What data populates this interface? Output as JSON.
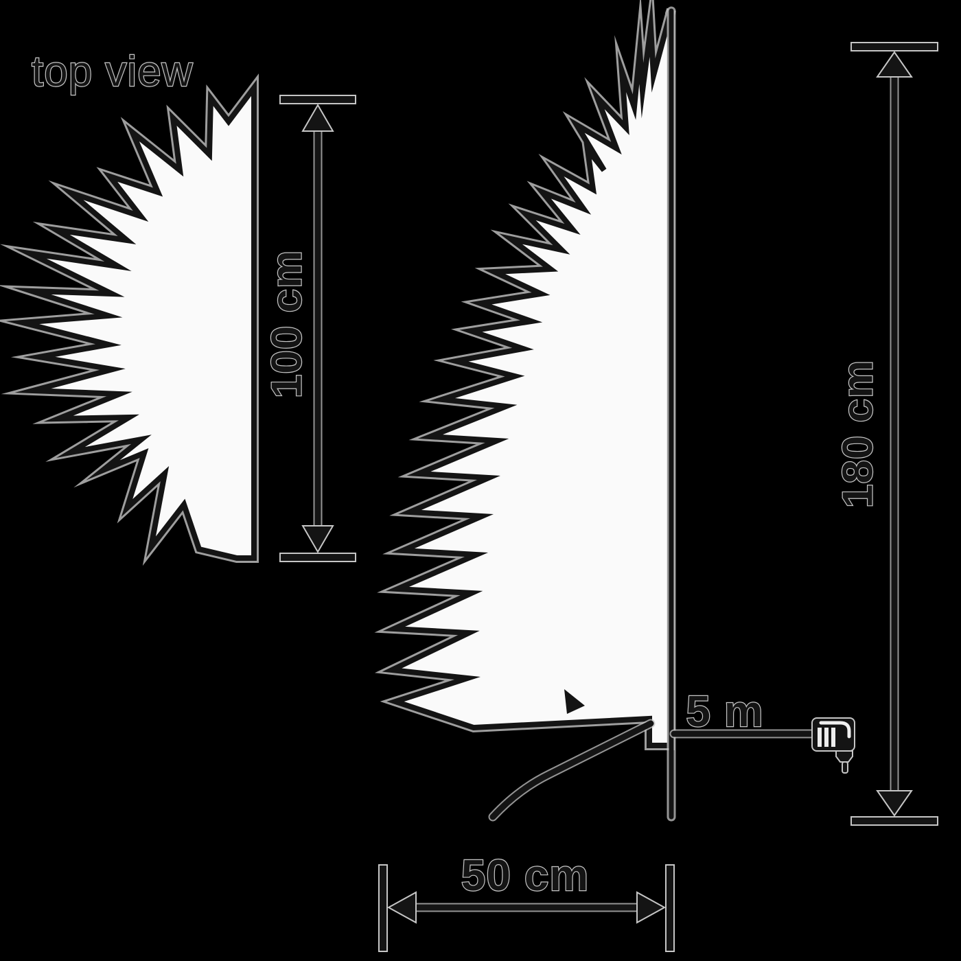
{
  "canvas": {
    "background": "#000000"
  },
  "palette": {
    "line": "#141414",
    "halo": "#c6c6c6",
    "shape_fill": "#fafafa"
  },
  "top_view": {
    "title": "top view",
    "depth_label": "100 cm"
  },
  "side_view": {
    "height_label": "180 cm",
    "base_width_label": "50 cm",
    "cable_label": "5 m"
  },
  "icons": {
    "plug": "power-plug-icon"
  }
}
